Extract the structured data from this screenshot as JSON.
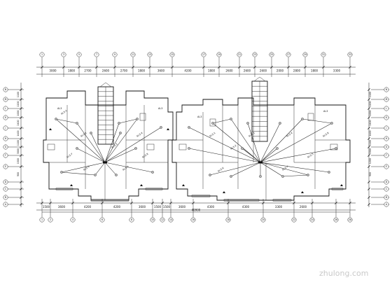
{
  "top_axis": {
    "dims": [
      "3000",
      "1800",
      "2700",
      "2600",
      "2700",
      "1800",
      "3600",
      "4200",
      "1800",
      "2600",
      "2600",
      "2600",
      "2000",
      "2800",
      "1800",
      "3300"
    ],
    "bubbles": [
      "1",
      "3",
      "5",
      "7",
      "9",
      "11",
      "13",
      "15",
      "17",
      "19",
      "21",
      "23",
      "25",
      "27",
      "29",
      "31",
      "33"
    ]
  },
  "bottom_axis": {
    "dims": [
      "1500",
      "3600",
      "4200",
      "4200",
      "3600",
      "1500",
      "1500",
      "3600",
      "4300",
      "4300",
      "3300",
      "2600"
    ],
    "overall": "40900",
    "bubbles": [
      "1",
      "2",
      "4",
      "6",
      "8",
      "10",
      "12",
      "14",
      "16",
      "18",
      "20",
      "22",
      "24",
      "26",
      "28"
    ]
  },
  "left_axis": {
    "bubbles": [
      "N",
      "M",
      "L",
      "K",
      "J",
      "H",
      "G",
      "F",
      "E",
      "D",
      "C",
      "B",
      "A"
    ],
    "dims": [
      "1100",
      "1200",
      "1000",
      "2400",
      "1400",
      "1100",
      "3000",
      "1500",
      "900"
    ]
  },
  "right_axis": {
    "bubbles": [
      "N",
      "M",
      "L",
      "K",
      "J",
      "H",
      "G",
      "F",
      "E",
      "D",
      "C",
      "B",
      "A"
    ],
    "dims": [
      "1100",
      "1200",
      "1000",
      "2400",
      "1400",
      "1100",
      "3300",
      "1200",
      "900"
    ]
  },
  "circuit_labels": [
    "AL3-1",
    "AL3-2",
    "AL3-3",
    "AL3-4",
    "AL3-5",
    "AL3-6",
    "AL3-7",
    "AL3-8"
  ],
  "room_tags": [
    "AL3"
  ],
  "watermark": "zhulong.com"
}
